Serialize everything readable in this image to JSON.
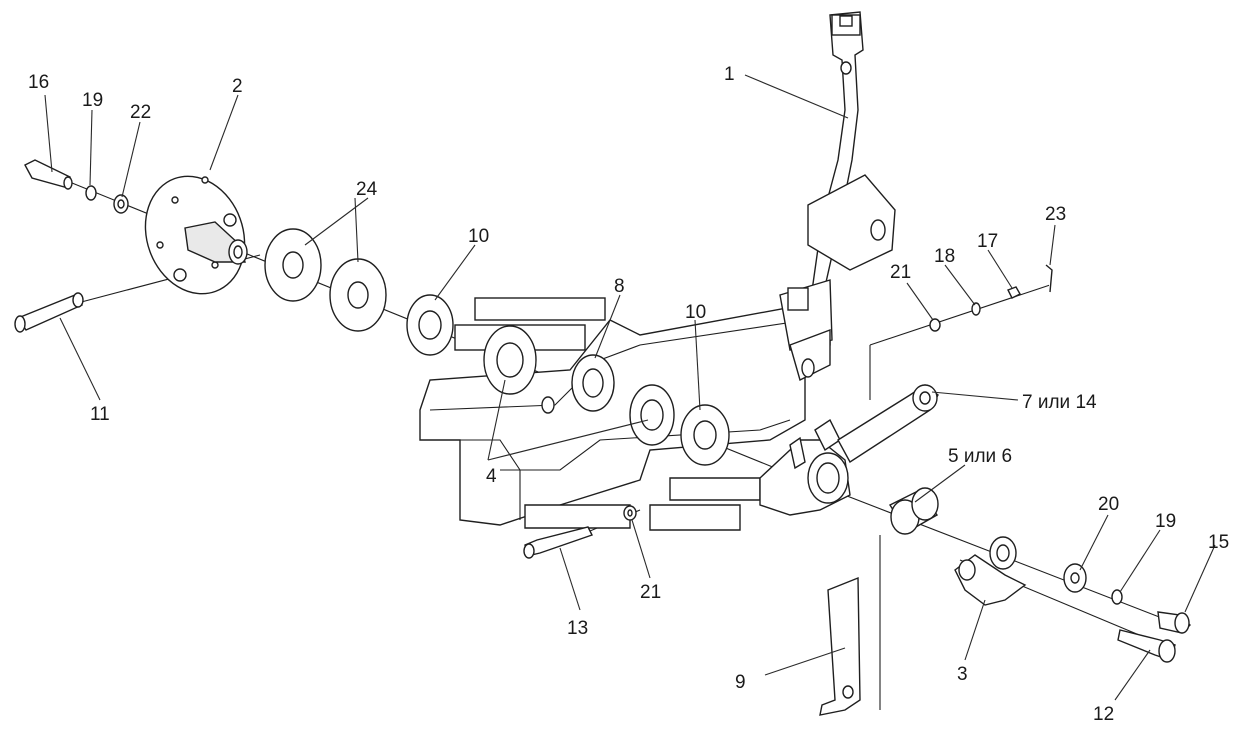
{
  "callouts": {
    "c1": "1",
    "c2": "2",
    "c3": "3",
    "c4": "4",
    "c5": "5 или 6",
    "c7": "7 или 14",
    "c8": "8",
    "c9": "9",
    "c10a": "10",
    "c10b": "10",
    "c11": "11",
    "c12": "12",
    "c13": "13",
    "c15": "15",
    "c16": "16",
    "c17": "17",
    "c18": "18",
    "c19a": "19",
    "c19b": "19",
    "c20": "20",
    "c21a": "21",
    "c21b": "21",
    "c22": "22",
    "c23": "23",
    "c24": "24"
  }
}
